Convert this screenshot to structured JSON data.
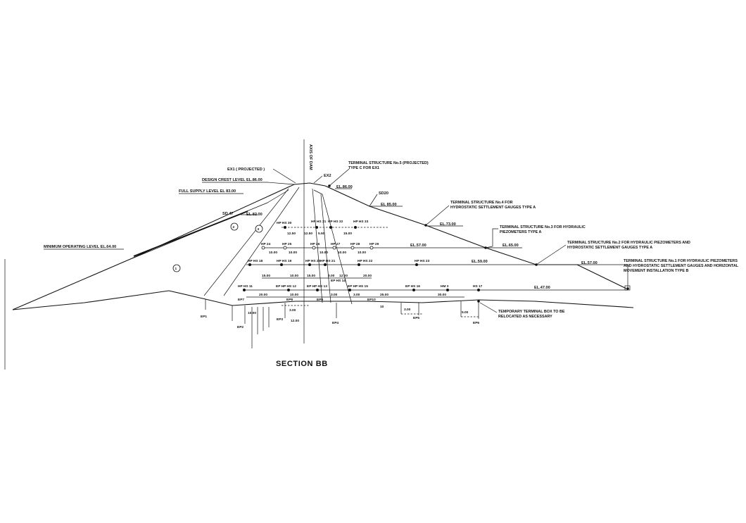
{
  "title": "SECTION BB",
  "axis_label": "AXIS OF DAM",
  "labels": {
    "ex1": "EX1 ( PROJECTED )",
    "ex2": "EX2",
    "design_crest": "DESIGN CREST LEVEL EL.86.00",
    "full_supply": "FULL SUPPLY LEVEL EL 83.00",
    "sd47": "SD 47",
    "el8200": "EL.82.00",
    "operating": "MINIMUM OPERATING LEVEL EL.64.00",
    "el8600": "EL.86.00",
    "sd20": "SD20",
    "el8500": "EL 85.00",
    "el7300": "EL.73.00",
    "el6500": "EL.65.00",
    "el5700a": "EL.57.00",
    "el5900": "EL.59.00",
    "el5700b": "EL.57.00",
    "el4700": "EL.47.00",
    "ts5": "TERMINAL STRUCTURE No.5 (PROJECTED) TYPE C FOR EX1",
    "ts4": "TERMINAL STRUCTURE No.4 FOR HYDROSTATIC SETTLEMENT GAUGES TYPE A",
    "ts3": "TERMINAL STRUCTURE No.3 FOR HYDRAULIC PIEZOMETERS TYPE A",
    "ts2": "TERMINAL STRUCTURE No.2 FOR HYDRAULIC PIEZOMETERS AND HYDROSTATIC SETTLEMENT GAUGES TYPE A",
    "ts1": "TERMINAL STRUCTURE No.1 FOR HYDRAULIC PIEZOMETERS AND HYDROSTATIC SETTLEMENT GAUGES AND HORIZONTAL MOVEMENT INSTALLATION TYPE B",
    "temp_box": "TEMPORARY TERMINAL BOX TO BE RELOCATED AS NECESSARY",
    "zone1": "1",
    "zone2": "2",
    "zone3": "3"
  },
  "row1": [
    "HP HS 30",
    "HP HS 31",
    "HP HS 32",
    "HP HS 33"
  ],
  "row1_dims": [
    "12.50",
    "12.50",
    "5.50",
    "15.00"
  ],
  "row2": [
    "HP 24",
    "HP 25",
    "HP 26",
    "HP 27",
    "HP 28",
    "HP 29"
  ],
  "row2_dims": [
    "10.00",
    "10.00",
    "10.00",
    "10.00",
    "10.00"
  ],
  "row3": [
    "HP HS 18",
    "HP HS 19",
    "HP HS 20",
    "HP HS 21",
    "HP HS 22",
    "HP HS 23"
  ],
  "row3_dims": [
    "15.00",
    "10.00",
    "15.00",
    "3.00",
    "12.00",
    "20.00"
  ],
  "row4": [
    "HP HS 11",
    "EP HP HS 12",
    "EP HP HS 13",
    "EP HP HS 15",
    "EP HS 16",
    "HM 3",
    "HS 17"
  ],
  "row4_dims": [
    "20.00",
    "10.00",
    "3.00",
    "3.00",
    "25.00",
    "30.00"
  ],
  "erhs14": "EP HS 14",
  "ep_labels": [
    "EP1",
    "EP2",
    "EP3",
    "EP4",
    "EP5",
    "EP6",
    "EP7",
    "EP8",
    "EP9",
    "EP10"
  ],
  "found_dims": [
    "10.00",
    "3.00",
    "12.00",
    "10",
    "3.00",
    "5.00"
  ]
}
